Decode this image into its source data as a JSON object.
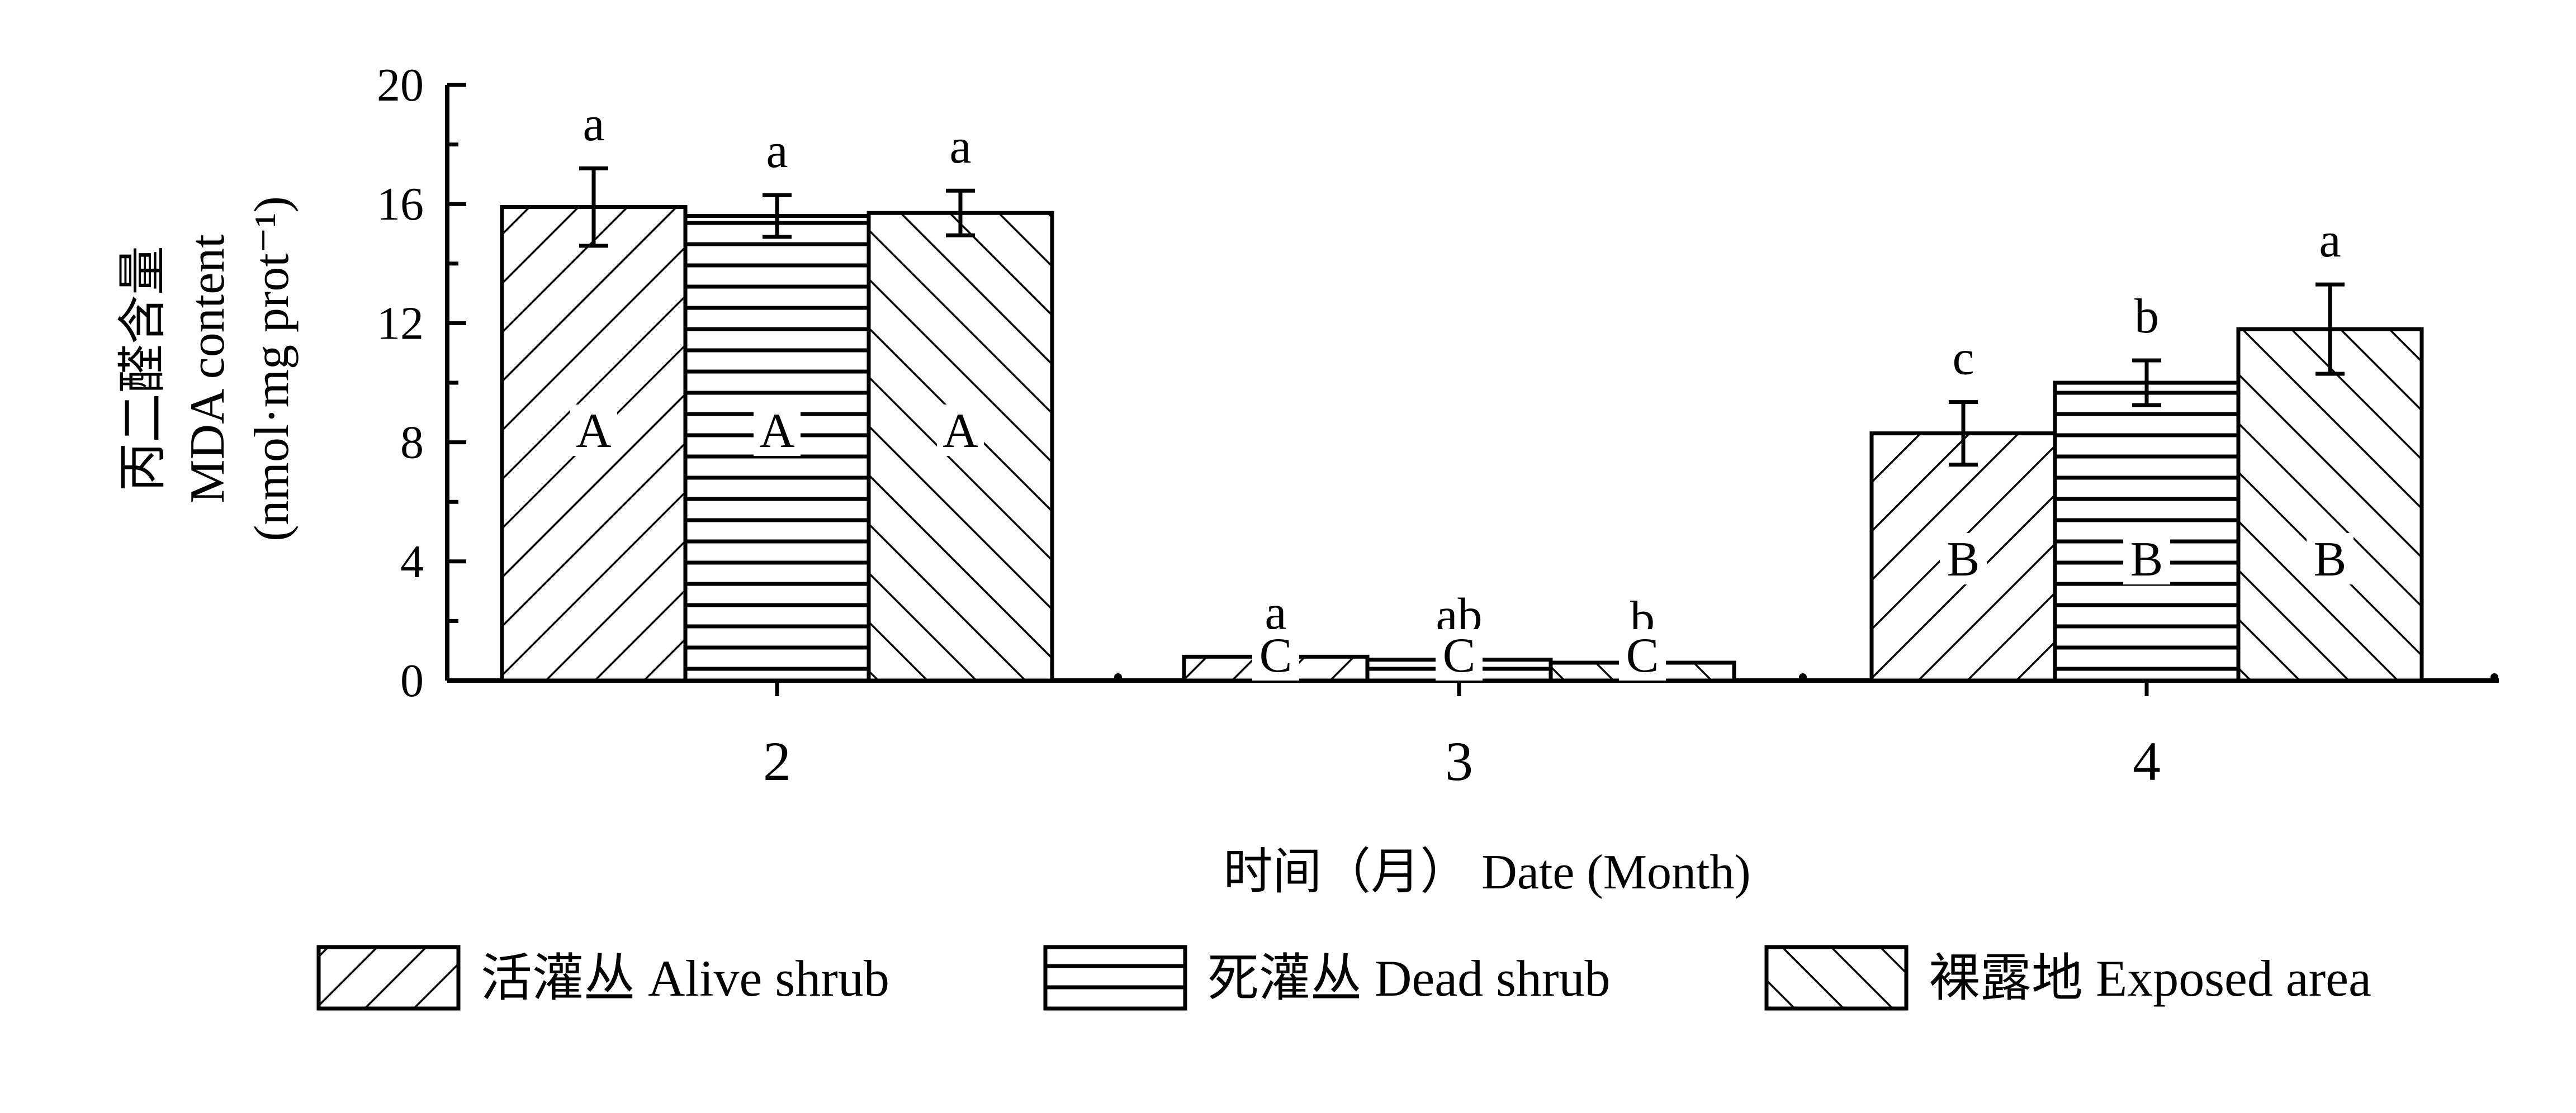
{
  "chart_data": {
    "type": "bar",
    "categories": [
      "2",
      "3",
      "4"
    ],
    "xlabel": "时间（月） Date (Month)",
    "ylabel_lines": [
      "丙二醛含量",
      "MDA content",
      "(nmol·mg prot⁻¹)"
    ],
    "ylim": [
      0,
      20
    ],
    "yticks": [
      "0",
      "4",
      "8",
      "12",
      "16",
      "20"
    ],
    "grid": false,
    "legend_position": "bottom",
    "series": [
      {
        "name": "活灌丛 Alive shrub",
        "pattern": "forward-diagonal",
        "values": [
          15.9,
          0.8,
          8.3
        ],
        "errors": [
          1.3,
          0.0,
          1.05
        ],
        "sig_letters": [
          "a",
          "a",
          "c"
        ],
        "group_letters": [
          "A",
          "C",
          "B"
        ]
      },
      {
        "name": "死灌丛 Dead shrub",
        "pattern": "horizontal",
        "values": [
          15.6,
          0.7,
          10.0
        ],
        "errors": [
          0.7,
          0.0,
          0.75
        ],
        "sig_letters": [
          "a",
          "ab",
          "b"
        ],
        "group_letters": [
          "A",
          "C",
          "B"
        ]
      },
      {
        "name": "裸露地 Exposed area",
        "pattern": "back-diagonal",
        "values": [
          15.7,
          0.6,
          11.8
        ],
        "errors": [
          0.75,
          0.0,
          1.5
        ],
        "sig_letters": [
          "a",
          "b",
          "a"
        ],
        "group_letters": [
          "A",
          "C",
          "B"
        ]
      }
    ],
    "colors": {
      "ink": "#000000",
      "fill": "#ffffff"
    }
  }
}
